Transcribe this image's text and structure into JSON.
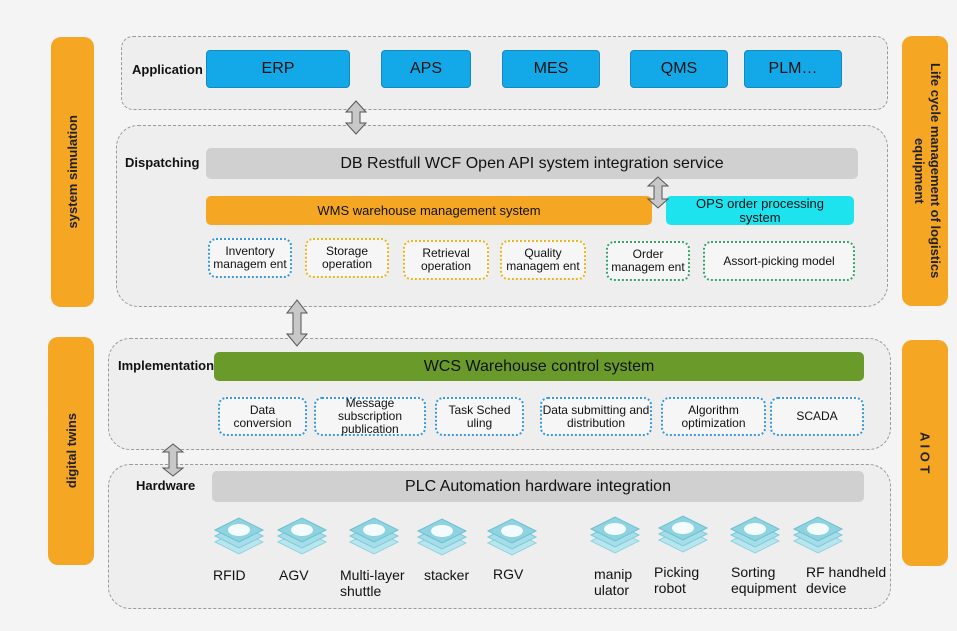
{
  "left_sidebar": {
    "top": "system simulation",
    "bottom": "digital twins"
  },
  "right_sidebar": {
    "top": "Life cycle management of logistics equipment",
    "bottom": "A I O T"
  },
  "application": {
    "label": "Application",
    "items": [
      "ERP",
      "APS",
      "MES",
      "QMS",
      "PLM…"
    ]
  },
  "dispatching": {
    "label": "Dispatching",
    "api_bar": "DB Restfull  WCF Open API system integration service",
    "wms_bar": "WMS warehouse  management  system",
    "ops_bar": "OPS order processing system",
    "modules": [
      "Inventory managem ent",
      "Storage operation",
      "Retrieval operation",
      "Quality managem ent",
      "Order managem ent",
      "Assort-picking model"
    ]
  },
  "implementation": {
    "label": "Implementation",
    "wcs_bar": "WCS  Warehouse control  system",
    "modules": [
      "Data conversion",
      "Message subscription publication",
      "Task Sched uling",
      "Data submitting and distribution",
      "Algorithm optimization",
      "SCADA"
    ]
  },
  "hardware": {
    "label": "Hardware",
    "plc_bar": "PLC Automation hardware integration",
    "devices": [
      "RFID",
      "AGV",
      "Multi-layer shuttle",
      "stacker",
      "RGV",
      "manip ulator",
      "Picking robot",
      "Sorting equipment",
      "RF handheld device"
    ]
  },
  "colors": {
    "orange": "#f5a623",
    "blue": "#13a8e8",
    "cyan": "#1de3ef",
    "green": "#6a9b2a",
    "gray": "#d0d0d0",
    "icon": "#8fd3e0"
  }
}
